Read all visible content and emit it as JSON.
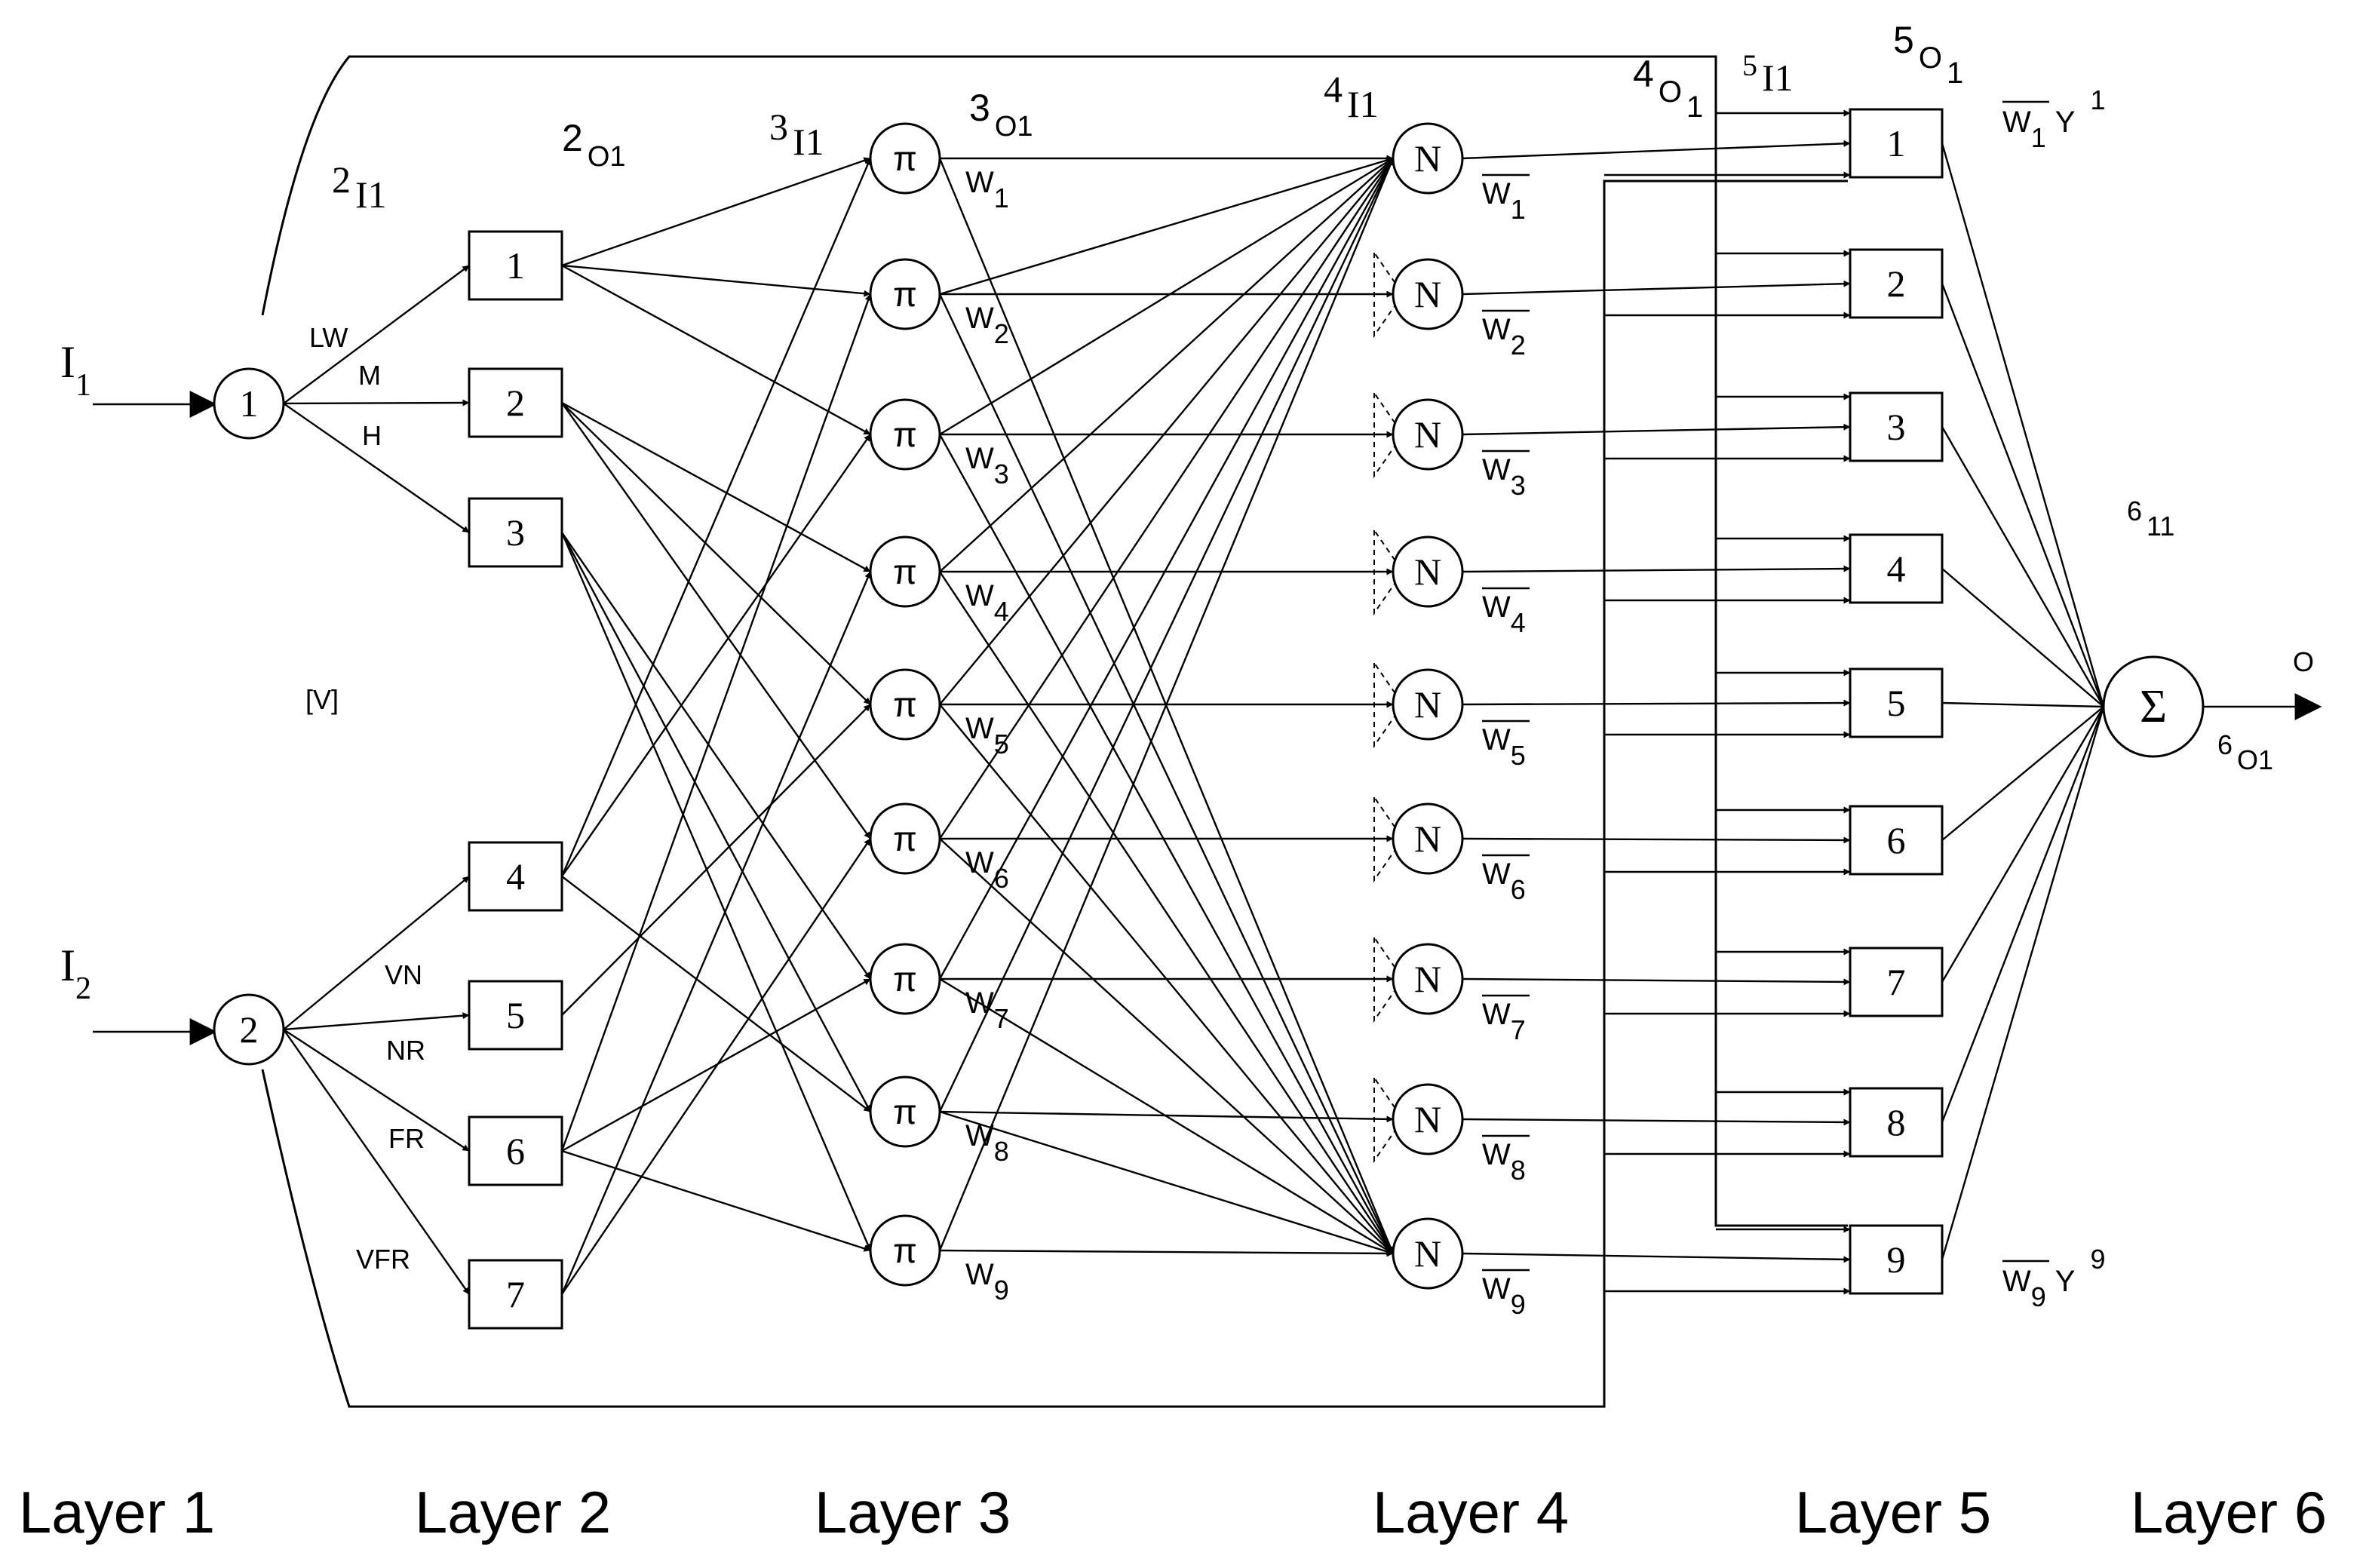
{
  "inputs": [
    {
      "letter": "I",
      "sub": "1"
    },
    {
      "letter": "I",
      "sub": "2"
    }
  ],
  "layer1_nodes": [
    "1",
    "2"
  ],
  "layer2_nodes": [
    "1",
    "2",
    "3",
    "4",
    "5",
    "6",
    "7"
  ],
  "mf_labels_input1": [
    "LW",
    "M",
    "H"
  ],
  "mf_labels_input2": [
    "VN",
    "NR",
    "FR",
    "VFR"
  ],
  "layer3_symbol": "π",
  "layer4_symbol": "N",
  "layer5_nodes": [
    "1",
    "2",
    "3",
    "4",
    "5",
    "6",
    "7",
    "8",
    "9"
  ],
  "sum_symbol": "Σ",
  "output_label": "O",
  "weight_letter": "W",
  "weight_indices": [
    "1",
    "2",
    "3",
    "4",
    "5",
    "6",
    "7",
    "8",
    "9"
  ],
  "v_label": "[V]",
  "notation": {
    "l2_in": {
      "pre": "2",
      "sub": "I1"
    },
    "l2_out": {
      "pre": "2",
      "sub": "O1"
    },
    "l3_in": {
      "pre": "3",
      "sub": "I1"
    },
    "l3_out": {
      "pre": "3",
      "sub": "O1"
    },
    "l4_in": {
      "pre": "4",
      "sub": "I1"
    },
    "l4_out": {
      "pre": "4",
      "sub": "O",
      "sub2": "1"
    },
    "l5_in": {
      "pre": "5",
      "sub": "I1"
    },
    "l5_out": {
      "pre": "5",
      "sub": "O",
      "sub2": "1"
    },
    "l6_in": {
      "pre": "6",
      "sub": "11"
    },
    "l6_out": {
      "pre": "6",
      "sub": "O1"
    },
    "wy_top": {
      "w": "W",
      "wsub": "1",
      "y": "Y",
      "ysup": "1"
    },
    "wy_bottom": {
      "w": "W",
      "wsub": "9",
      "y": "Y",
      "ysup": "9"
    }
  },
  "layer_labels": [
    "Layer 1",
    "Layer 2",
    "Layer 3",
    "Layer 4",
    "Layer 5",
    "Layer 6"
  ]
}
